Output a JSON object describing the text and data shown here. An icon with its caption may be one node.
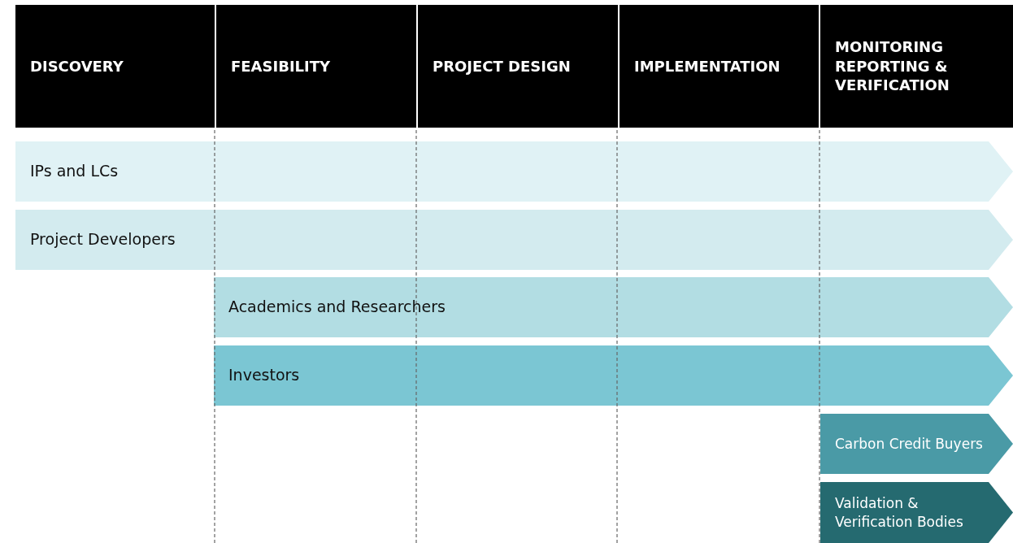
{
  "diagram": {
    "nodes": [
      {
        "text": [
          "DISCOVERY"
        ]
      },
      {
        "text": [
          "FEASIBILITY"
        ]
      },
      {
        "text": [
          "PROJECT DESIGN"
        ]
      },
      {
        "text": [
          "IMPLEMENTATION"
        ]
      },
      {
        "text": [
          "MONITORING REPORTING & VERIFICATION"
        ]
      },
      {
        "text": [
          "IPs and LCs"
        ]
      },
      {
        "text": [
          "Project Developers"
        ]
      },
      {
        "text": [
          "Academics and Researchers"
        ]
      },
      {
        "text": [
          "Investors"
        ]
      },
      {
        "text": [
          "Carbon Credit Buyers"
        ]
      },
      {
        "text": [
          "Validation & Verification Bodies"
        ]
      }
    ],
    "edges": []
  }
}
